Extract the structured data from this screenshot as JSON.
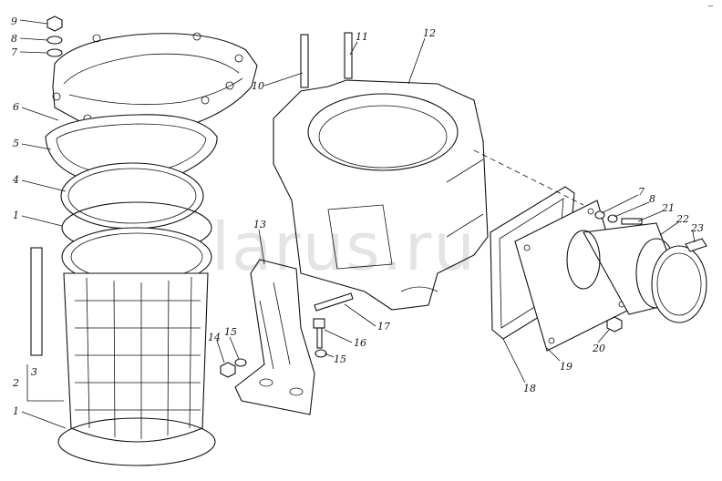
{
  "figure": {
    "corner_mark": "—",
    "watermark": "larus.ru",
    "callouts": [
      {
        "id": "c9",
        "text": "9"
      },
      {
        "id": "c8a",
        "text": "8"
      },
      {
        "id": "c7a",
        "text": "7"
      },
      {
        "id": "c6",
        "text": "6"
      },
      {
        "id": "c5",
        "text": "5"
      },
      {
        "id": "c4",
        "text": "4"
      },
      {
        "id": "c1a",
        "text": "1"
      },
      {
        "id": "c2",
        "text": "2"
      },
      {
        "id": "c3",
        "text": "3"
      },
      {
        "id": "c1b",
        "text": "1"
      },
      {
        "id": "c10",
        "text": "10"
      },
      {
        "id": "c11",
        "text": "11"
      },
      {
        "id": "c12",
        "text": "12"
      },
      {
        "id": "c13",
        "text": "13"
      },
      {
        "id": "c14",
        "text": "14"
      },
      {
        "id": "c15a",
        "text": "15"
      },
      {
        "id": "c15b",
        "text": "15"
      },
      {
        "id": "c16",
        "text": "16"
      },
      {
        "id": "c17",
        "text": "17"
      },
      {
        "id": "c18",
        "text": "18"
      },
      {
        "id": "c19",
        "text": "19"
      },
      {
        "id": "c20",
        "text": "20"
      },
      {
        "id": "c7b",
        "text": "7"
      },
      {
        "id": "c8b",
        "text": "8"
      },
      {
        "id": "c21",
        "text": "21"
      },
      {
        "id": "c22",
        "text": "22"
      },
      {
        "id": "c23",
        "text": "23"
      }
    ]
  }
}
